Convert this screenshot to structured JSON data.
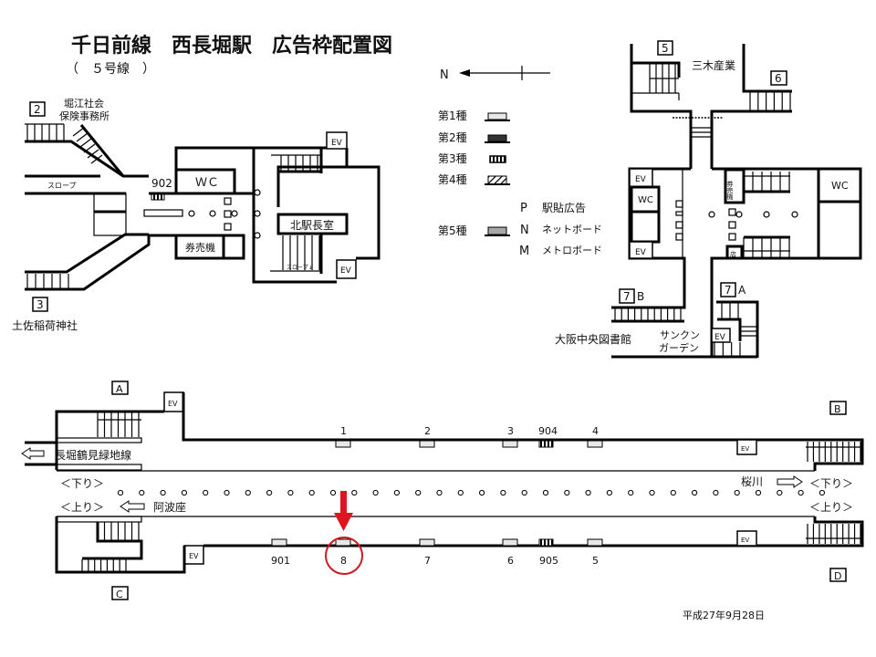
{
  "title": "千日前線　西長堀駅　広告枠配置図",
  "subtitle": "（　５号線　）",
  "colors": {
    "highlight": "#e0141e",
    "ad_type1": "#e8e8e8",
    "ad_type2": "#333333",
    "ad_type5": "#a8a8a8"
  },
  "legend": {
    "north": "N",
    "types": [
      "第1種",
      "第2種",
      "第3種",
      "第4種",
      "第5種"
    ],
    "codes": [
      {
        "code": "P",
        "label": "駅貼広告"
      },
      {
        "code": "N",
        "label": "ネットボード"
      },
      {
        "code": "M",
        "label": "メトロボード"
      }
    ]
  },
  "concourse_west": {
    "exit2": "2",
    "exit2_place_1": "堀江社会",
    "exit2_place_2": "保険事務所",
    "exit3": "3",
    "exit3_place": "土佐稲荷神社",
    "slope": "スロープ",
    "ad_902": "902",
    "wc": "ＷＣ",
    "ticket": "券売機",
    "office": "北駅長室",
    "slope_down": "スロープ↓",
    "ev": "EV"
  },
  "concourse_east": {
    "exit5": "5",
    "exit6": "6",
    "exit5_6_place": "三木産業",
    "exit7b": "7",
    "exit7b_suffix": "B",
    "exit7a": "7",
    "exit7a_suffix": "A",
    "library": "大阪中央図書館",
    "sunken_1": "サンクン",
    "sunken_2": "ガーデン",
    "ev": "EV",
    "wc": "WC",
    "ticket": "券売機",
    "shop": "店"
  },
  "platform": {
    "exits": [
      "A",
      "B",
      "C",
      "D"
    ],
    "ev": "EV",
    "connecting_line": "長堀鶴見緑地線",
    "down": "＜下り＞",
    "up": "＜上り＞",
    "down_dest": "桜川",
    "up_dest": "阿波座",
    "upper_slots": [
      "1",
      "2",
      "3",
      "904",
      "4"
    ],
    "lower_slots": [
      "901",
      "8",
      "7",
      "6",
      "905",
      "5"
    ],
    "highlighted_slot": "8"
  },
  "date": "平成27年9月28日"
}
